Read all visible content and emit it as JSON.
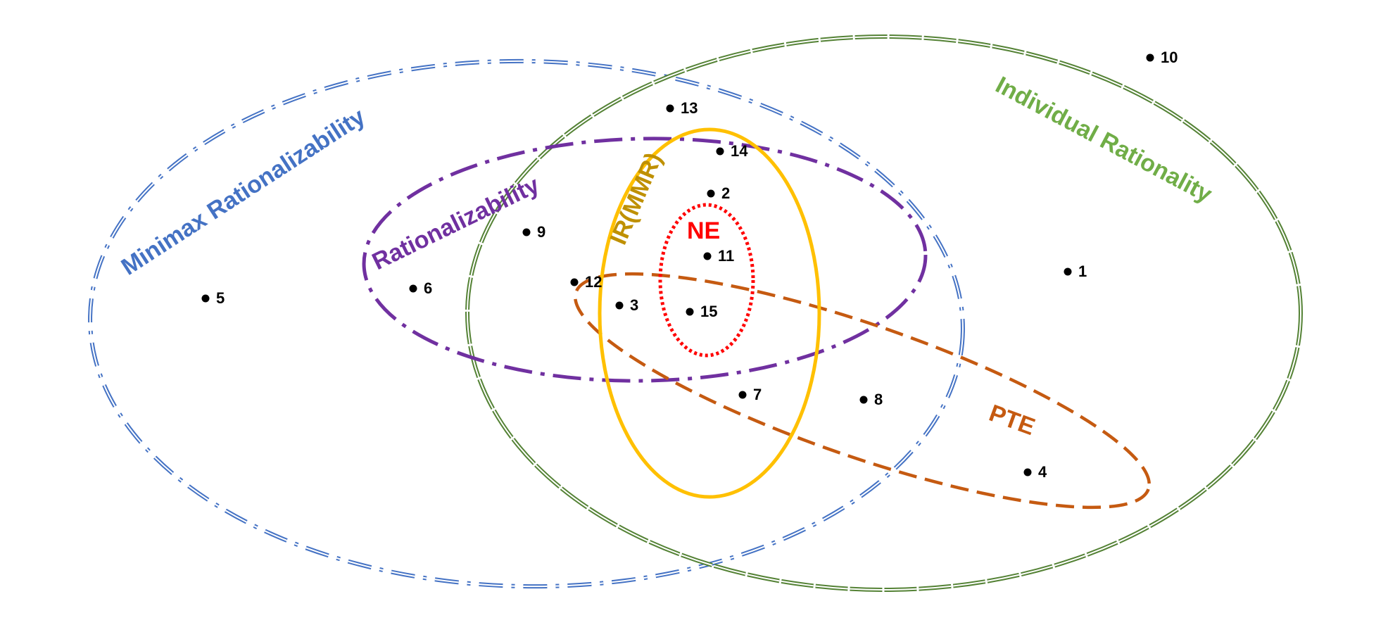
{
  "sets": {
    "minimax_rationalizability": {
      "label": "Minimax Rationalizability",
      "color": "#4472C4"
    },
    "individual_rationality": {
      "label": "Individual Rationality",
      "color": "#70AD47",
      "outline_color": "#548235"
    },
    "rationalizability": {
      "label": "Rationalizability",
      "color": "#7030A0"
    },
    "ir_mmr": {
      "label": "IR(MMR)",
      "color": "#FFC000",
      "label_color": "#BF9000"
    },
    "ne": {
      "label": "NE",
      "color": "#FF0000"
    },
    "pte": {
      "label": "PTE",
      "color": "#C55A11"
    }
  },
  "points": [
    {
      "id": "p1",
      "label": "1"
    },
    {
      "id": "p2",
      "label": "2"
    },
    {
      "id": "p3",
      "label": "3"
    },
    {
      "id": "p4",
      "label": "4"
    },
    {
      "id": "p5",
      "label": "5"
    },
    {
      "id": "p6",
      "label": "6"
    },
    {
      "id": "p7",
      "label": "7"
    },
    {
      "id": "p8",
      "label": "8"
    },
    {
      "id": "p9",
      "label": "9"
    },
    {
      "id": "p10",
      "label": "10"
    },
    {
      "id": "p11",
      "label": "11"
    },
    {
      "id": "p12",
      "label": "12"
    },
    {
      "id": "p13",
      "label": "13"
    },
    {
      "id": "p14",
      "label": "14"
    },
    {
      "id": "p15",
      "label": "15"
    }
  ]
}
